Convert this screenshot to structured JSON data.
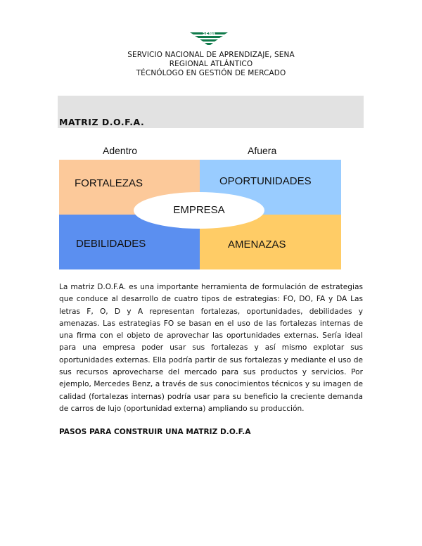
{
  "logo": {
    "text": "SENA",
    "color": "#0f7a4a"
  },
  "header": {
    "line1": "SERVICIO NACIONAL DE APRENDIZAJE, SENA",
    "line2": "REGIONAL ATLÁNTICO",
    "line3": "TÉCNÓLOGO EN GESTIÓN DE MERCADO"
  },
  "section_title": "MATRIZ D.O.F.A.",
  "diagram": {
    "label_inside": "Adentro",
    "label_outside": "Afuera",
    "quadrants": {
      "strengths": {
        "label": "FORTALEZAS",
        "color": "#fcc99a"
      },
      "opportunities": {
        "label": "OPORTUNIDADES",
        "color": "#99ccff"
      },
      "weaknesses": {
        "label": "DEBILIDADES",
        "color": "#5b8ff0"
      },
      "threats": {
        "label": "AMENAZAS",
        "color": "#ffcc66"
      }
    },
    "center_label": "EMPRESA"
  },
  "paragraph": "La matriz D.O.F.A. es una importante herramienta de formulación de estrategias que conduce al desarrollo de cuatro tipos de estrategias: FO, DO, FA y DA Las letras F, O, D y A representan fortalezas, oportunidades, debilidades y amenazas. Las estrategias FO se basan en el uso de las fortalezas internas de una firma con el objeto de aprovechar las oportunidades externas. Sería ideal para una empresa poder usar sus fortalezas y así mismo explotar sus oportunidades externas. Ella podría partir de sus fortalezas y mediante el uso de sus recursos aprovecharse del mercado para sus productos y servicios. Por ejemplo, Mercedes Benz, a través de sus conocimientos técnicos y su imagen de calidad (fortalezas internas) podría usar para su beneficio la creciente demanda de carros de lujo (oportunidad externa) ampliando su producción.",
  "subtitle": "PASOS PARA CONSTRUIR UNA MATRIZ D.O.F.A"
}
